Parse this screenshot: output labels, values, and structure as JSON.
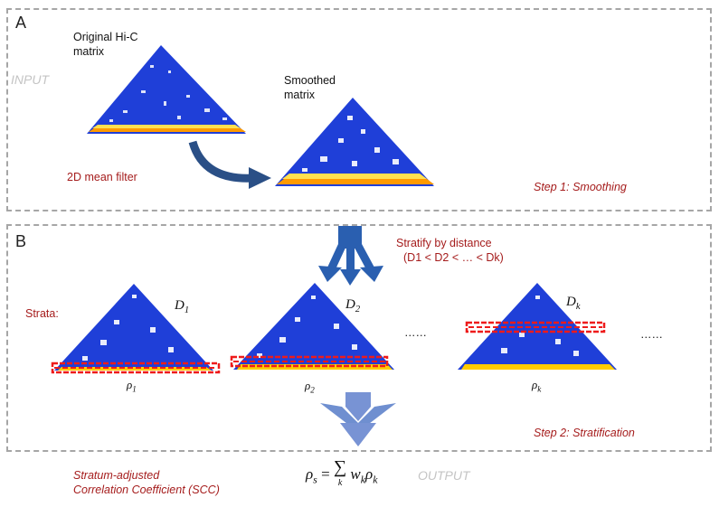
{
  "panel_a": {
    "label": "A",
    "input_label": "INPUT",
    "original_label": [
      "Original Hi-C",
      "matrix"
    ],
    "smoothed_label": [
      "Smoothed",
      "matrix"
    ],
    "filter_label": "2D mean filter",
    "step_label": "Step 1: Smoothing"
  },
  "panel_b": {
    "label": "B",
    "stratify_label": [
      "Stratify by distance",
      "(D1 < D2 < … < Dk)"
    ],
    "strata_label": "Strata:",
    "ellipsis": "……",
    "step_label": "Step 2: Stratification",
    "strata": [
      {
        "d_main": "D",
        "d_sub": "1",
        "rho_main": "ρ",
        "rho_sub": "1"
      },
      {
        "d_main": "D",
        "d_sub": "2",
        "rho_main": "ρ",
        "rho_sub": "2"
      },
      {
        "d_main": "D",
        "d_sub": "k",
        "rho_main": "ρ",
        "rho_sub": "k"
      }
    ]
  },
  "output": {
    "scc_label": [
      "Stratum-adjusted",
      "Correlation Coefficient (SCC)"
    ],
    "formula": {
      "lhs": "ρ",
      "lhs_sub": "s",
      "eq": "=",
      "sum": "∑",
      "sum_sub": "k",
      "w": "w",
      "w_sub": "k",
      "rho": "ρ",
      "rho_sub": "k"
    },
    "output_label": "OUTPUT"
  },
  "colors": {
    "matrix_blue": "#1f3fd8",
    "matrix_warm": "#ffcc00",
    "strata_box": "#ee1b1b",
    "arrow_blue": "#2a5fb0",
    "arrow_light": "#6f8fd0",
    "text_red": "#a51c1c",
    "border": "#a6a6a6"
  }
}
